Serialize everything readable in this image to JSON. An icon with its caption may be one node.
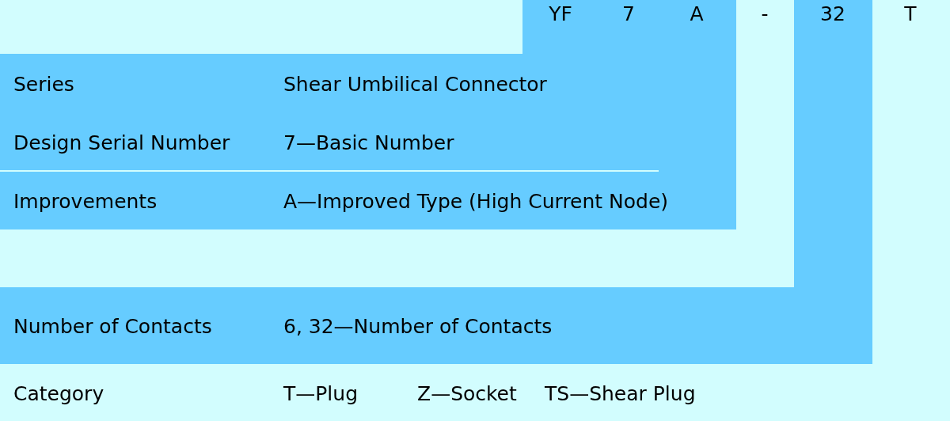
{
  "diagram": {
    "labels": [
      "YF",
      "7",
      "A",
      "-",
      "32",
      "T",
      "Series",
      "Shear Umbilical Connector",
      "Design Serial Number",
      "7—Basic Number",
      "Improvements",
      "A—Improved Type (High Current Node)",
      "Number of Contacts",
      "6, 32—Number of Contacts",
      "Category",
      "T—Plug",
      "Z—Socket",
      "TS—Shear Plug"
    ]
  }
}
